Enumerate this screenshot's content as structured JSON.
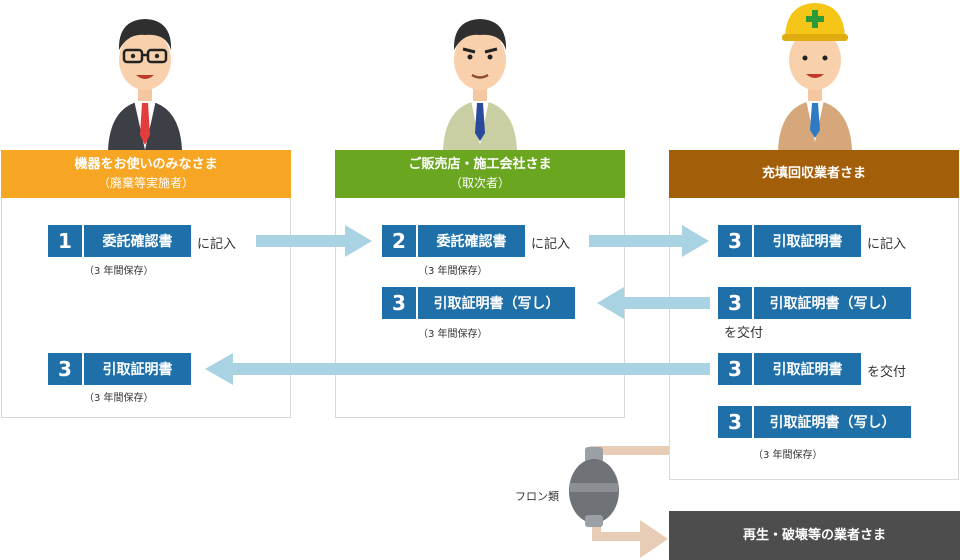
{
  "colors": {
    "orange": "#f6a623",
    "green": "#6aa61f",
    "brown": "#a35e0a",
    "badge": "#1f6fa8",
    "arrow": "#a9d3e3",
    "dark": "#4d4d4d",
    "pipe": "#e7cdb5"
  },
  "columns": {
    "owner": {
      "title": "機器をお使いのみなさま",
      "sub": "（廃棄等実施者）"
    },
    "dealer": {
      "title": "ご販売店・施工会社さま",
      "sub": "（取次者）"
    },
    "collector": {
      "title": "充填回収業者さま"
    }
  },
  "recycler": {
    "title": "再生・破壊等の業者さま"
  },
  "freon_label": "フロン類",
  "badges": [
    {
      "num": "1",
      "label": "委託確認書"
    },
    {
      "num": "2",
      "label": "委託確認書"
    },
    {
      "num": "3",
      "label": "引取証明書（写し）"
    },
    {
      "num": "3",
      "label": "引取証明書"
    },
    {
      "num": "3",
      "label": "引取証明書"
    },
    {
      "num": "3",
      "label": "引取証明書（写し）"
    },
    {
      "num": "3",
      "label": "引取証明書"
    },
    {
      "num": "3",
      "label": "引取証明書（写し）"
    }
  ],
  "texts": {
    "kinyu": "に記入",
    "kofu": "を交付",
    "hozon": "（3 年間保存）"
  }
}
